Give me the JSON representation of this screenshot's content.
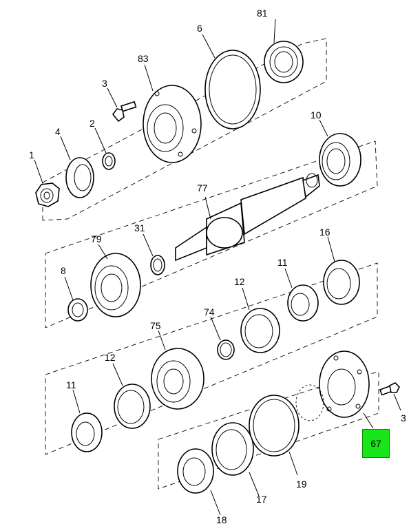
{
  "labels": {
    "p81": "81",
    "p6": "6",
    "p83": "83",
    "p3a": "3",
    "p2": "2",
    "p4": "4",
    "p1": "1",
    "p10": "10",
    "p77": "77",
    "p31": "31",
    "p79": "79",
    "p8": "8",
    "p16": "16",
    "p11a": "11",
    "p12a": "12",
    "p74": "74",
    "p75": "75",
    "p12b": "12",
    "p11b": "11",
    "p3b": "3",
    "p19": "19",
    "p17": "17",
    "p18": "18"
  },
  "highlight": {
    "label": "67",
    "color": "#18e618"
  }
}
